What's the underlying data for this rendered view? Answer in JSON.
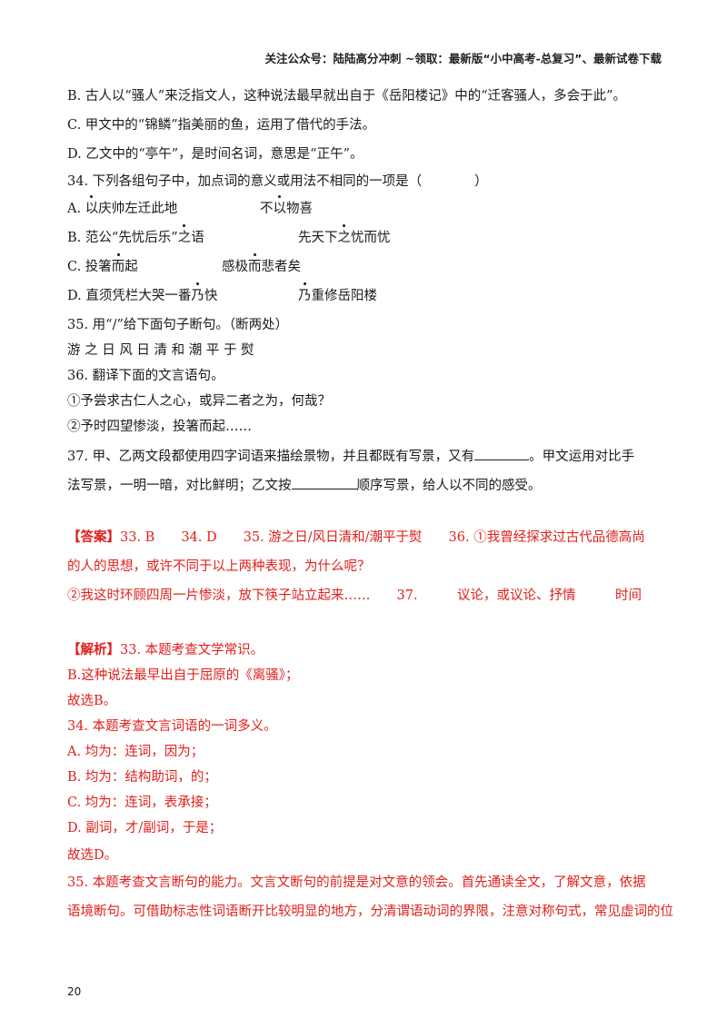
{
  "header": "关注公众号：陆陆高分冲刺 ~领取：最新版“小中高考-总复习”、最新试卷下载",
  "q33": {
    "optB": "B. 古人以“骚人”来泛指文人，这种说法最早就出自于《岳阳楼记》中的“迁客骚人，多会于此”。",
    "optC": "C. 甲文中的“锦鳞”指美丽的鱼，运用了借代的手法。",
    "optD": "D. 乙文中的“亭午”，是时间名词，意思是“正午”。"
  },
  "q34": {
    "stem": "34. 下列各组句子中，加点词的意义或用法不相同的一项是（　　　　）",
    "A": {
      "label": "A.",
      "s1_pre": "",
      "s1_dot": "以",
      "s1_post": "庆帅左迁此地",
      "s2_pre": "不",
      "s2_dot": "以",
      "s2_post": "物喜"
    },
    "B": {
      "label": "B.",
      "s1_pre": "范公“先忧后乐”",
      "s1_dot": "之",
      "s1_post": "语",
      "s2_pre": "先天下",
      "s2_dot": "之",
      "s2_post": "忧而忧"
    },
    "C": {
      "label": "C.",
      "s1_pre": "投箸",
      "s1_dot": "而",
      "s1_post": "起",
      "s2_pre": "感极",
      "s2_dot": "而",
      "s2_post": "悲者矣"
    },
    "D": {
      "label": "D.",
      "s1_pre": "直须凭栏大哭一番",
      "s1_dot": "乃",
      "s1_post": "快",
      "s2_pre": "",
      "s2_dot": "乃",
      "s2_post": "重修岳阳楼"
    }
  },
  "q35": {
    "stem": "35. 用“/”给下面句子断句。（断两处）",
    "text": "游 之 日 风 日 清 和 潮 平 于 熨"
  },
  "q36": {
    "stem": "36. 翻译下面的文言语句。",
    "s1": "①予尝求古仁人之心，或异二者之为，何哉？",
    "s2": "②予时四望惨淡，投箸而起……"
  },
  "q37": {
    "stem_a": "37. 甲、乙两文段都使用四字词语来描绘景物，并且都既有写景，又有",
    "stem_b": "。甲文运用对比手",
    "line2_a": "法写景，一明一暗，对比鲜明；乙文按",
    "line2_b": "顺序写景，给人以不同的感受。"
  },
  "answer": {
    "tag": "【答案】",
    "line1": "33. B　　34. D　　35. 游之日/风日清和/潮平于熨　　36. ①我曾经探求过古代品德高尚",
    "line2": "的人的思想，或许不同于以上两种表现，为什么呢？",
    "line3": "②我这时环顾四周一片惨淡，放下筷子站立起来……　　37.　　　议论，或议论、抒情　　　时间"
  },
  "analysis": {
    "tag": "【解析】",
    "l1": "33. 本题考查文学常识。",
    "l2": "B.这种说法最早出自于屈原的《离骚》；",
    "l3": "故选B。",
    "l4": "34. 本题考查文言词语的一词多义。",
    "l5": "A. 均为：连词，因为；",
    "l6": "B. 均为：结构助词，的；",
    "l7": "C. 均为：连词，表承接；",
    "l8": "D. 副词，才/副词，于是；",
    "l9": "故选D。",
    "l10": "35. 本题考查文言断句的能力。文言文断句的前提是对文意的领会。首先通读全文，了解文意，依据",
    "l11": "语境断句。可借助标志性词语断开比较明显的地方，分清谓语动词的界限，注意对称句式，常见虚词的位"
  },
  "page_number": "20"
}
